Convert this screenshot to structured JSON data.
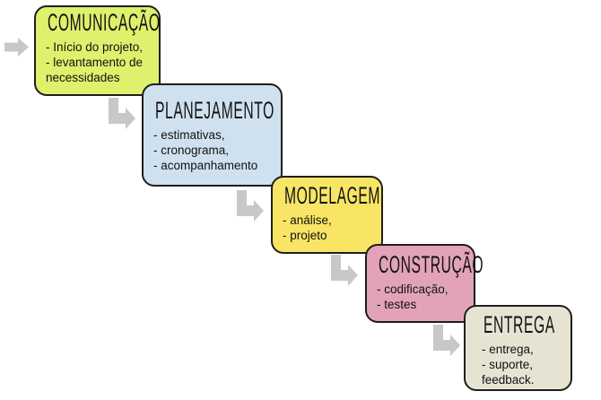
{
  "diagram": {
    "background": "#ffffff",
    "border_color": "#1e1e1e",
    "arrow_color": "#c8c8c8",
    "stages": [
      {
        "title": "COMUNICAÇÃO",
        "details": "- Início do projeto,\n- levantamento de\nnecessidades",
        "fill": "#dff06d"
      },
      {
        "title": "PLANEJAMENTO",
        "details": "- estimativas,\n- cronograma,\n- acompanhamento",
        "fill": "#cfe1ee"
      },
      {
        "title": "MODELAGEM",
        "details": "- análise,\n- projeto",
        "fill": "#f8e566"
      },
      {
        "title": "CONSTRUÇÃO",
        "details": "- codificação,\n- testes",
        "fill": "#e2a3b7"
      },
      {
        "title": "ENTREGA",
        "details": "- entrega,\n- suporte,\nfeedback.",
        "fill": "#e6e3d3"
      }
    ]
  }
}
